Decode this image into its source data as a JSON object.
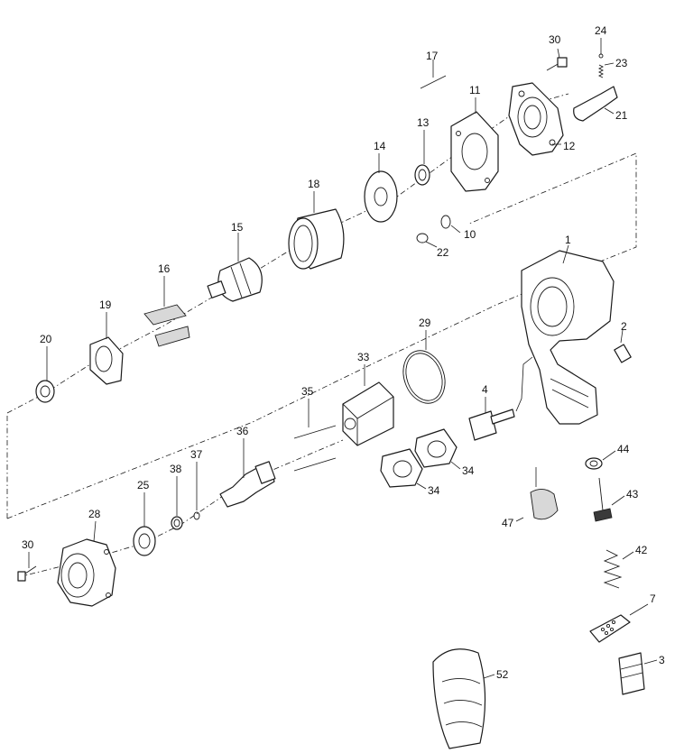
{
  "diagram": {
    "type": "exploded-parts-view",
    "callouts": {
      "p1": "1",
      "p2": "2",
      "p3": "3",
      "p4": "4",
      "p7": "7",
      "p10": "10",
      "p11": "11",
      "p12": "12",
      "p13": "13",
      "p14": "14",
      "p15": "15",
      "p16": "16",
      "p17": "17",
      "p18": "18",
      "p19": "19",
      "p20": "20",
      "p21": "21",
      "p22": "22",
      "p23": "23",
      "p24": "24",
      "p25": "25",
      "p28": "28",
      "p29": "29",
      "p30a": "30",
      "p30b": "30",
      "p33": "33",
      "p34a": "34",
      "p34b": "34",
      "p35": "35",
      "p36": "36",
      "p37": "37",
      "p38": "38",
      "p42": "42",
      "p43": "43",
      "p44": "44",
      "p47": "47",
      "p52": "52"
    }
  }
}
